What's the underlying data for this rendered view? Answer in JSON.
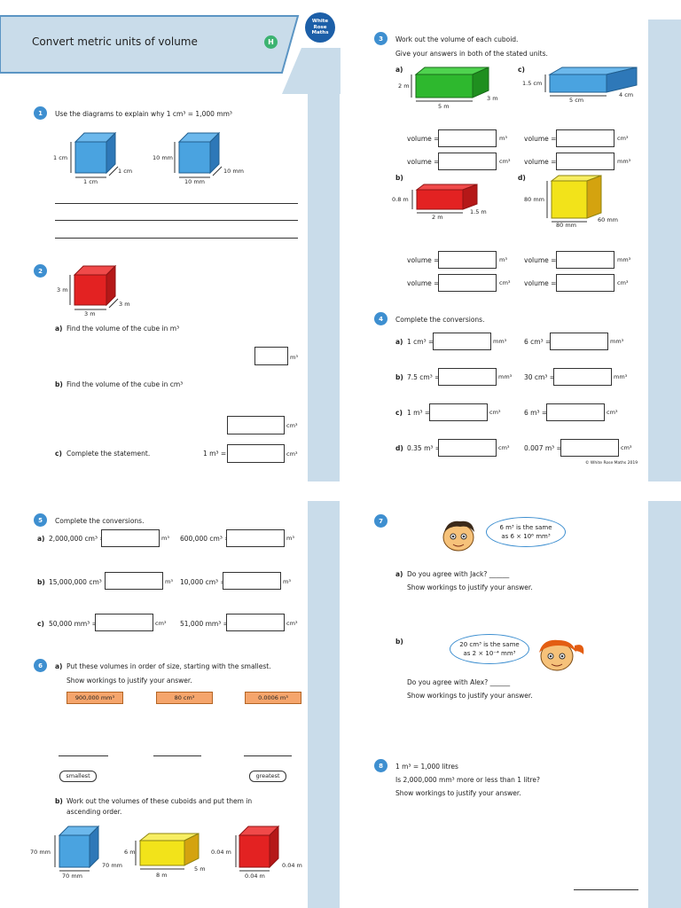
{
  "header": {
    "title": "Convert metric units of volume",
    "badge": "H",
    "logo": [
      "White",
      "Rose",
      "Maths"
    ]
  },
  "q1": {
    "num": "1",
    "prompt": "Use the diagrams to explain why 1 cm³ = 1,000 mm³",
    "cube1": {
      "h": "1 cm",
      "w": "1 cm",
      "d": "1 cm"
    },
    "cube2": {
      "h": "10 mm",
      "w": "10 mm",
      "d": "10 mm"
    }
  },
  "q2": {
    "num": "2",
    "cube": {
      "h": "3 m",
      "w": "3 m",
      "d": "3 m"
    },
    "a_label": "a)",
    "a_text": "Find the volume of the cube in m³",
    "a_unit": "m³",
    "b_label": "b)",
    "b_text": "Find the volume of the cube in cm³",
    "b_unit": "cm³",
    "c_label": "c)",
    "c_text": "Complete the statement.",
    "c_lhs": "1 m³ =",
    "c_unit": "cm³"
  },
  "q3": {
    "num": "3",
    "line1": "Work out the volume of each cuboid.",
    "line2": "Give your answers in both of the stated units.",
    "a": {
      "label": "a)",
      "h": "2 m",
      "w": "5 m",
      "d": "3 m",
      "u1": "m³",
      "u2": "cm³"
    },
    "b": {
      "label": "b)",
      "h": "0.8 m",
      "w": "2 m",
      "d": "1.5 m",
      "u1": "m³",
      "u2": "cm³"
    },
    "c": {
      "label": "c)",
      "h": "1.5 cm",
      "w": "5 cm",
      "d": "4 cm",
      "u1": "cm³",
      "u2": "mm³"
    },
    "d": {
      "label": "d)",
      "h": "80 mm",
      "w": "80 mm",
      "d": "60 mm",
      "u1": "mm³",
      "u2": "cm³"
    },
    "volume_label": "volume ="
  },
  "q4": {
    "num": "4",
    "prompt": "Complete the conversions.",
    "rows": [
      {
        "label": "a)",
        "l1": "1 cm³ =",
        "u1": "mm³",
        "l2": "6 cm³ =",
        "u2": "mm³"
      },
      {
        "label": "b)",
        "l1": "7.5 cm³ =",
        "u1": "mm³",
        "l2": "30 cm³ =",
        "u2": "mm³"
      },
      {
        "label": "c)",
        "l1": "1 m³ =",
        "u1": "cm³",
        "l2": "6 m³ =",
        "u2": "cm³"
      },
      {
        "label": "d)",
        "l1": "0.35 m³ =",
        "u1": "cm³",
        "l2": "0.007 m³ =",
        "u2": "cm³"
      }
    ],
    "copyright": "© White Rose Maths 2019"
  },
  "q5": {
    "num": "5",
    "prompt": "Complete the conversions.",
    "rows": [
      {
        "label": "a)",
        "l1": "2,000,000 cm³ =",
        "u1": "m³",
        "l2": "600,000 cm³ =",
        "u2": "m³"
      },
      {
        "label": "b)",
        "l1": "15,000,000 cm³ =",
        "u1": "m³",
        "l2": "10,000 cm³ =",
        "u2": "m³"
      },
      {
        "label": "c)",
        "l1": "50,000 mm³ =",
        "u1": "cm³",
        "l2": "51,000 mm³ =",
        "u2": "cm³"
      }
    ]
  },
  "q6": {
    "num": "6",
    "a_label": "a)",
    "a_line1": "Put these volumes in order of size, starting with the smallest.",
    "a_line2": "Show workings to justify your answer.",
    "cards": [
      "900,000 mm³",
      "80 cm³",
      "0.0006 m³"
    ],
    "smallest": "smallest",
    "greatest": "greatest",
    "b_label": "b)",
    "b_line1": "Work out the volumes of these cuboids and put them in",
    "b_line2": "ascending order.",
    "cubes": [
      {
        "h": "70 mm",
        "w": "70 mm",
        "d": "70 mm"
      },
      {
        "h": "6 m",
        "w": "8 m",
        "d": "5 m"
      },
      {
        "h": "0.04 m",
        "w": "0.04 m",
        "d": "0.04 m"
      }
    ]
  },
  "q7": {
    "num": "7",
    "jack_line1": "6 m³ is the same",
    "jack_line2": "as 6 × 10⁶ mm³",
    "a_label": "a)",
    "a_text": "Do you agree with Jack? ______",
    "a_work": "Show workings to justify your answer.",
    "alex_line1": "20 cm³ is the same",
    "alex_line2": "as 2 × 10⁻⁴ mm³",
    "b_label": "b)",
    "b_text": "Do you agree with Alex? ______",
    "b_work": "Show workings to justify your answer."
  },
  "q8": {
    "num": "8",
    "line1": "1 m³ = 1,000 litres",
    "line2": "Is 2,000,000 mm³ more or less than 1 litre?",
    "line3": "Show workings to justify your answer."
  },
  "colors": {
    "accent": "#3e8fd0",
    "sidebar": "#c9dcea",
    "green": "#2eb82e",
    "red": "#e32222",
    "blue": "#4aa3e0",
    "yellow": "#f2e31a",
    "card": "#f5a56c"
  }
}
